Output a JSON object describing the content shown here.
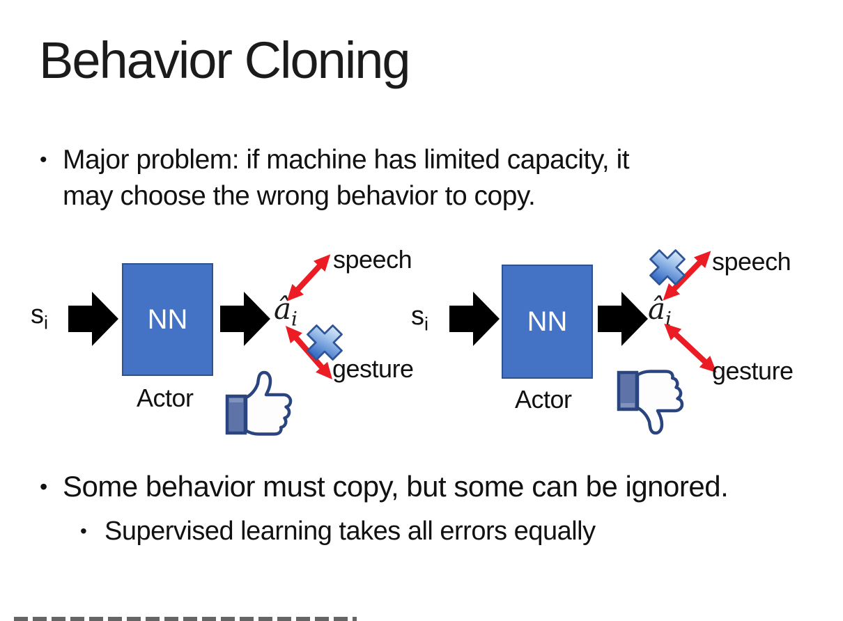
{
  "slide": {
    "title": "Behavior Cloning",
    "bullet_char": "•",
    "bullets": {
      "major_problem_line1": "Major problem: if machine has limited capacity, it",
      "major_problem_line2": "may choose the wrong behavior to copy.",
      "some_behavior": "Some behavior must copy, but some can be ignored.",
      "supervised": "Supervised learning takes all errors equally"
    }
  },
  "diagram": {
    "state_label": "s",
    "state_subscript": "i",
    "nn_label": "NN",
    "actor_label": "Actor",
    "action_label": "â",
    "action_subscript": "i",
    "speech_label": "speech",
    "gesture_label": "gesture"
  },
  "icons": {
    "left_feedback": "thumbs-up",
    "right_feedback": "thumbs-down",
    "crossed_out_left": "gesture",
    "crossed_out_right": "speech"
  },
  "colors": {
    "background": "#FFFFFF",
    "text": "#111111",
    "nn_box_fill": "#4472C4",
    "nn_box_border": "#2F528F",
    "black_arrow": "#000000",
    "red_arrow": "#EC1C24",
    "cross_light": "#E8F1FB",
    "cross_dark": "#3A6FC7",
    "cross_border": "#2F5597",
    "thumb_outline": "#29447E",
    "thumb_cuff": "#5E74A8",
    "thumb_hand": "#FFFFFF"
  }
}
